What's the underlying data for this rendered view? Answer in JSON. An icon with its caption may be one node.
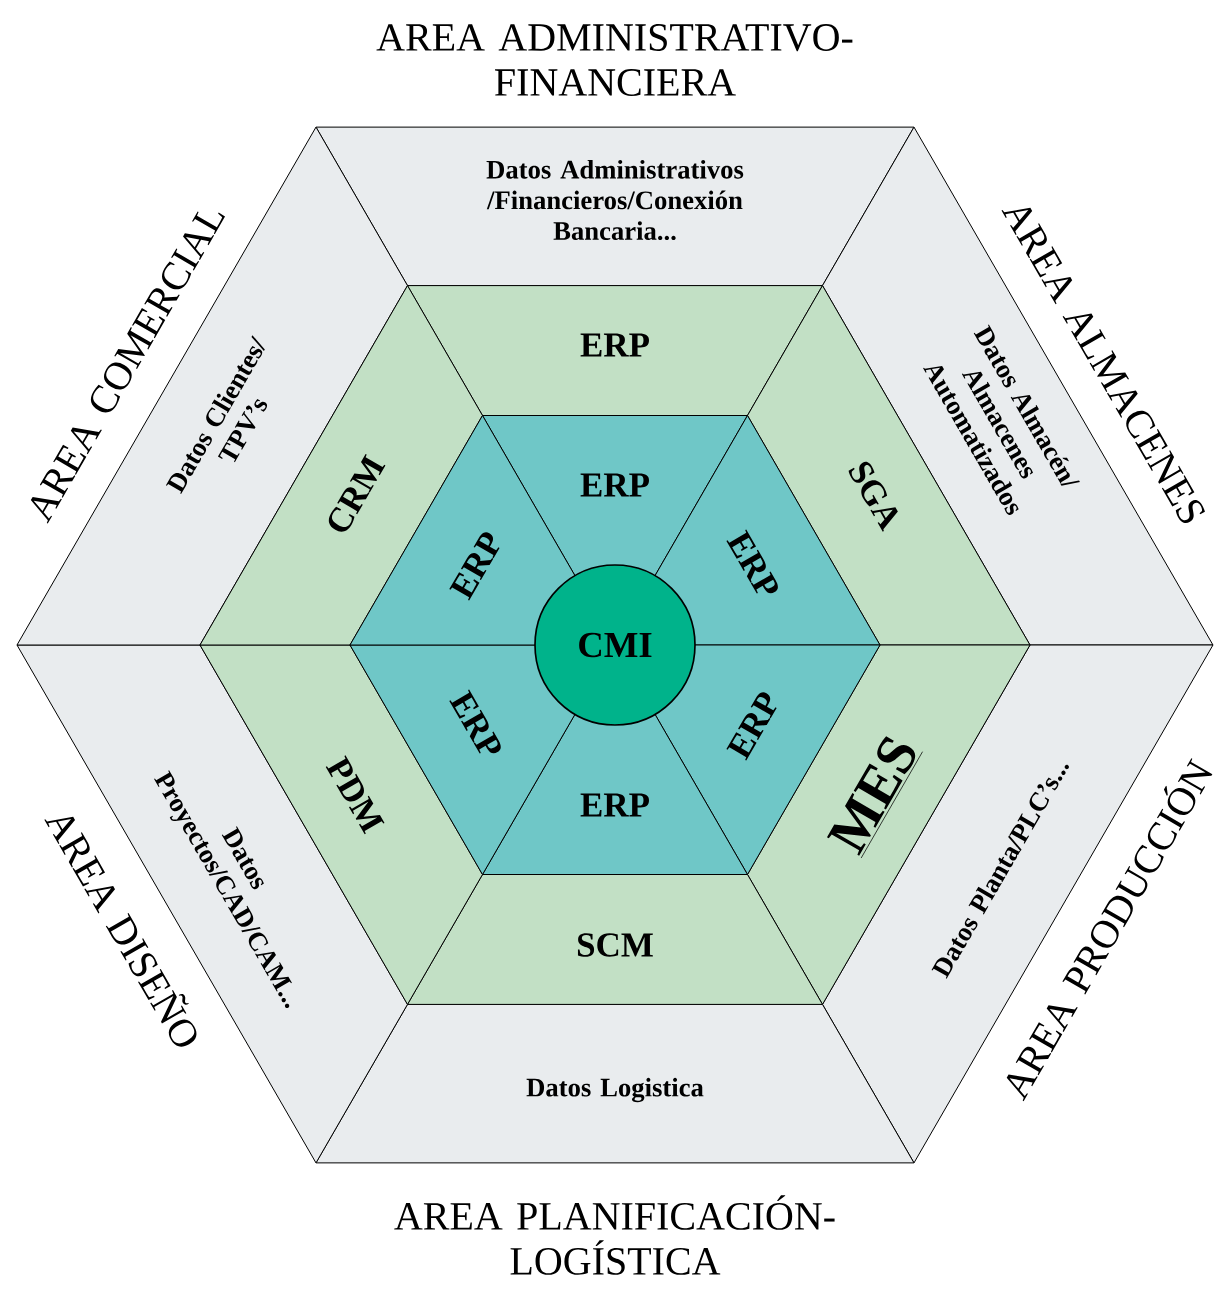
{
  "diagram": {
    "nodes": [
      {
        "text": [
          "Datos Administrativos /Financieros/Conexión Bancaria..."
        ]
      },
      {
        "text": [
          "Datos Almacén/ Almacenes Automatizados"
        ]
      },
      {
        "text": [
          "Datos Planta/PLC’s..."
        ]
      },
      {
        "text": [
          "Datos Logistica"
        ]
      },
      {
        "text": [
          "Datos Proyectos/CAD/CAM..."
        ]
      },
      {
        "text": [
          "Datos Clientes/ TPV’s"
        ]
      },
      {
        "text": [
          "ERP"
        ]
      },
      {
        "text": [
          "SGA"
        ]
      },
      {
        "text": [
          "MES"
        ]
      },
      {
        "text": [
          "SCM"
        ]
      },
      {
        "text": [
          "PDM"
        ]
      },
      {
        "text": [
          "CRM"
        ]
      },
      {
        "text": [
          "ERP"
        ]
      },
      {
        "text": [
          "ERP"
        ]
      },
      {
        "text": [
          "ERP"
        ]
      },
      {
        "text": [
          "ERP"
        ]
      },
      {
        "text": [
          "ERP"
        ]
      },
      {
        "text": [
          "ERP"
        ]
      },
      {
        "text": [
          "CMI"
        ]
      }
    ],
    "labels": [
      "AREA ADMINISTRATIVO- FINANCIERA",
      "AREA COMERCIAL",
      "AREA ALMACENES",
      "AREA DISEÑO",
      "AREA PRODUCCIÓN",
      "AREA PLANIFICACIÓN- LOGÍSTICA"
    ]
  }
}
